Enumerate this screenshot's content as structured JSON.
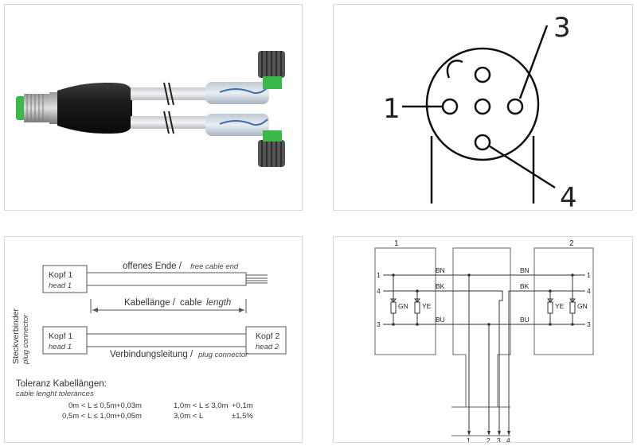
{
  "product_photo": {
    "alt": ""
  },
  "pin_diagram": {
    "pins": [
      "1",
      "3",
      "4"
    ]
  },
  "cable_drawing": {
    "plug_connector_de": "Steckverbinder",
    "plug_connector_en": "plug connector",
    "head1_de": "Kopf 1",
    "head1_en": "head 1",
    "head2_de": "Kopf 2",
    "head2_en": "head 2",
    "free_end_de": "offenes Ende /",
    "free_end_en": "free cable end",
    "length_de": "Kabellänge /",
    "length_en_a": "cable",
    "length_en_b": "length",
    "connection_de": "Verbindungsleitung /",
    "connection_en": "plug connector",
    "tolerance_title_de": "Toleranz Kabellängen:",
    "tolerance_title_en": "cable lenght tolerances",
    "tolerances": [
      {
        "range": "0m < L ≤ 0,5m",
        "tol": "+0,03m"
      },
      {
        "range": "0,5m < L ≤ 1,0m",
        "tol": "+0,05m"
      },
      {
        "range": "1,0m < L ≤ 3,0m",
        "tol": "+0,1m"
      },
      {
        "range": "3,0m < L",
        "tol": "±1,5%"
      }
    ]
  },
  "wiring": {
    "head_left": "1",
    "head_right": "2",
    "wire_bn": "BN",
    "wire_bk": "BK",
    "wire_bu": "BU",
    "pin1": "1",
    "pin4": "4",
    "pin3": "3",
    "led_gn": "GN",
    "led_ye": "YE",
    "bottom_pins": [
      "1",
      "2",
      "3",
      "4"
    ]
  }
}
